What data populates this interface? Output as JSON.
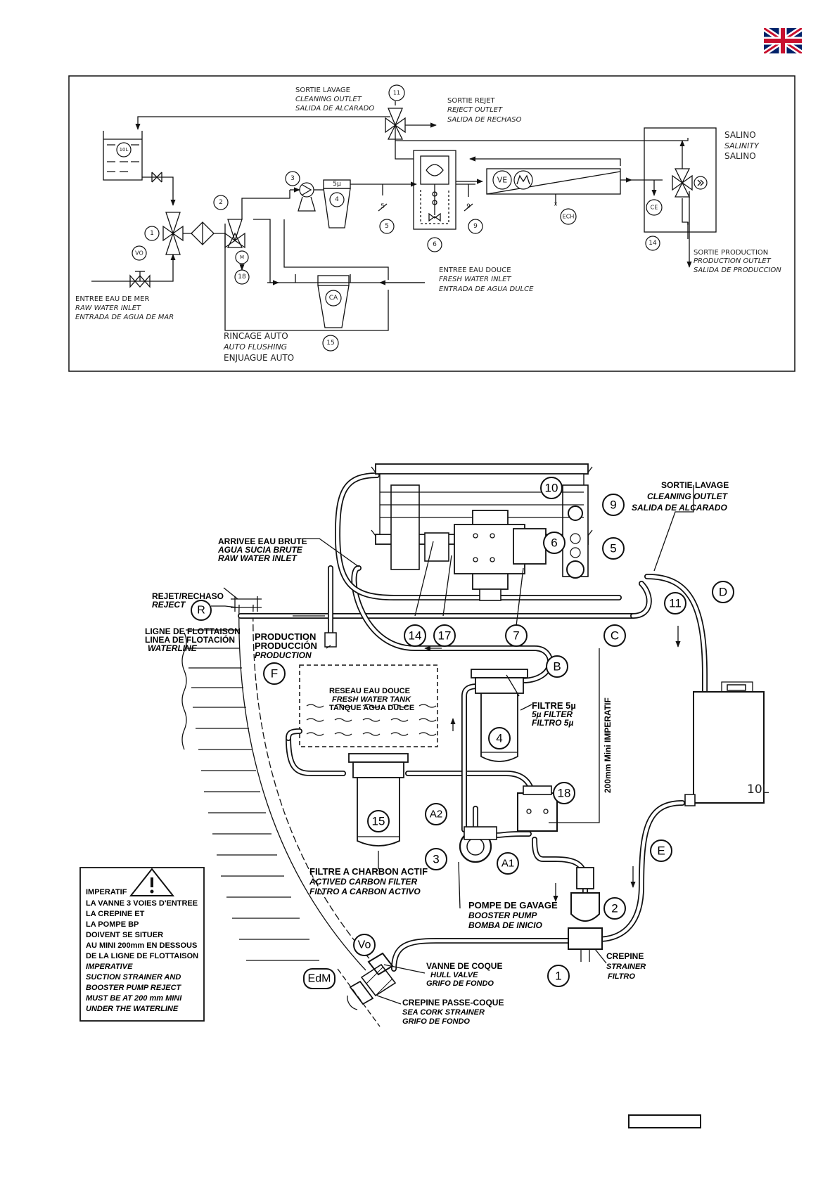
{
  "schematic": {
    "top_labels": {
      "sortie_lavage": [
        "SORTIE LAVAGE",
        "CLEANING OUTLET",
        "SALIDA DE ALCARADO"
      ],
      "sortie_rejet": [
        "SORTIE REJET",
        "REJECT OUTLET",
        "SALIDA DE RECHASO"
      ],
      "salino": [
        "SALINO",
        "SALINITY",
        "SALINO"
      ],
      "sortie_production": [
        "SORTIE PRODUCTION",
        "PRODUCTION OUTLET",
        "SALIDA DE PRODUCCION"
      ],
      "entree_eau_douce": [
        "ENTREE EAU DOUCE",
        "FRESH WATER INLET",
        "ENTRADA DE AGUA DULCE"
      ],
      "entree_eau_de_mer": [
        "ENTREE EAU DE MER",
        "RAW WATER INLET",
        "ENTRADA DE AGUA DE MAR"
      ],
      "rincage": [
        "RINCAGE AUTO",
        "AUTO FLUSHING",
        "ENJUAGUE AUTO"
      ]
    },
    "nodes": {
      "n11": "11",
      "n10l": "10L",
      "n3": "3",
      "n2": "2",
      "n1": "1",
      "vo": "VO",
      "n4": "4",
      "filter_5u": "5µ",
      "n5": "5",
      "n5b": "5",
      "n6": "6",
      "n9": "9",
      "n9b": "9",
      "ve": "VE",
      "ech": "ECH",
      "ce": "CE",
      "n14": "14",
      "m": "M",
      "n18": "18",
      "ca": "CA",
      "n15": "15"
    }
  },
  "installation": {
    "callouts": {
      "c10": "10",
      "c9": "9",
      "c6": "6",
      "c5": "5",
      "c11": "11",
      "cD": "D",
      "cR": "R",
      "c14": "14",
      "c17": "17",
      "c7": "7",
      "cC": "C",
      "cF": "F",
      "cB": "B",
      "c4": "4",
      "c18": "18",
      "c15": "15",
      "cA2": "A2",
      "c3": "3",
      "cA1": "A1",
      "cE": "E",
      "c2": "2",
      "cVo": "Vo",
      "cEdM": "EdM",
      "c1": "1"
    },
    "labels": {
      "arrivee": [
        "ARRIVEE EAU BRUTE",
        "AGUA SUCIA BRUTE",
        "RAW WATER INLET"
      ],
      "sortie_lavage": [
        "SORTIE LAVAGE",
        "CLEANING OUTLET",
        "SALIDA DE ALCARADO"
      ],
      "rejet": [
        "REJET/RECHASO",
        "REJECT"
      ],
      "ligne": [
        "LIGNE DE FLOTTAISON",
        "LINEA DE FLOTACIÓN",
        "WATERLINE"
      ],
      "production": [
        "PRODUCTION",
        "PRODUCCIÓN",
        "PRODUCTION"
      ],
      "reseau": [
        "RESEAU EAU DOUCE",
        "FRESH WATER TANK",
        "TANQUE AGUA DULCE"
      ],
      "filtre5u": [
        "FILTRE 5µ",
        "5µ FILTER",
        "FILTRO 5µ"
      ],
      "mini200": "200mm Mini IMPERATIF",
      "tank_capacity": "10L",
      "charbon": [
        "FILTRE A CHARBON ACTIF",
        "ACTIVED CARBON FILTER",
        "FILTRO A CARBON ACTIVO"
      ],
      "pompe": [
        "POMPE DE GAVAGE",
        "BOOSTER PUMP",
        "BOMBA DE INICIO"
      ],
      "crepine": [
        "CREPINE",
        "STRAINER",
        "FILTRO"
      ],
      "vanne": [
        "VANNE DE COQUE",
        "HULL VALVE",
        "GRIFO DE FONDO"
      ],
      "passe": [
        "CREPINE PASSE-COQUE",
        "SEA CORK STRAINER",
        "GRIFO DE FONDO"
      ]
    },
    "warning": [
      "IMPERATIF",
      "LA VANNE 3 VOIES D'ENTREE",
      "LA CREPINE ET",
      "LA POMPE BP",
      "DOIVENT SE SITUER",
      "AU MINI 200mm EN DESSOUS",
      "DE LA LIGNE DE FLOTTAISON",
      "IMPERATIVE",
      "SUCTION STRAINER AND",
      "BOOSTER PUMP REJECT",
      "MUST BE AT 200 mm MINI",
      "UNDER THE WATERLINE"
    ]
  },
  "colors": {
    "flag_blue": "#012169",
    "flag_red": "#C8102E",
    "ink": "#111111"
  }
}
